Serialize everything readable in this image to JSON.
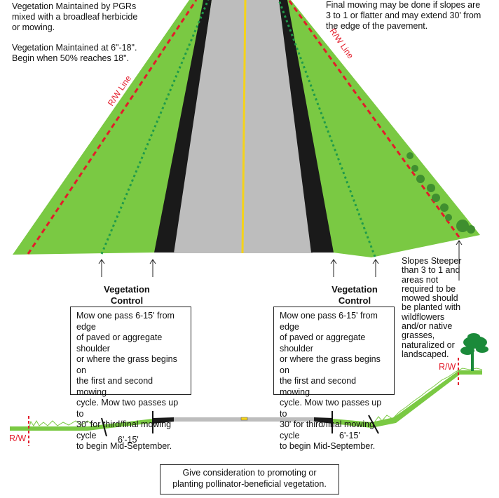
{
  "top_left_note": {
    "line1": "Vegetation Maintained by PGRs",
    "line2": "mixed with a broadleaf herbicide",
    "line3": "or mowing.",
    "line4": "Vegetation Maintained at 6\"-18\".",
    "line5": "Begin when 50% reaches 18\"."
  },
  "top_right_note": {
    "line1": "Final mowing may be done if slopes are",
    "line2": "3 to 1 or flatter and may extend 30' from",
    "line3": "the edge of the pavement."
  },
  "rw_line_label": "R/W Line",
  "vegetation_control": {
    "line1": "Vegetation",
    "line2": "Control"
  },
  "mow_box": {
    "line1": "Mow one pass 6-15' from edge",
    "line2": "of paved or aggregate shoulder",
    "line3": "or where the grass begins on",
    "line4": "the first and second mowing",
    "line5": "cycle.  Mow two passes up to",
    "line6": "30' for third/final mowing cycle",
    "line7": "to begin Mid-September."
  },
  "slopes_note": {
    "line1": "Slopes Steeper",
    "line2": "than 3 to 1 and",
    "line3": "areas not",
    "line4": "required to be",
    "line5": "mowed should",
    "line6": "be planted with",
    "line7": "wildflowers",
    "line8": "and/or native",
    "line9": "grasses,",
    "line10": "naturalized or",
    "line11": "landscaped."
  },
  "rw_label": "R/W",
  "distance_label": "6'-15'",
  "pollinator_note": {
    "line1": "Give consideration to promoting or",
    "line2": "planting pollinator-beneficial vegetation."
  },
  "colors": {
    "grass": "#7ac943",
    "road": "#bdbdbd",
    "shoulder": "#1a1a1a",
    "rw": "#e31b2a",
    "dotted": "#1f9a4a",
    "center": "#f5d31a",
    "tree": "#1b8a3a"
  }
}
